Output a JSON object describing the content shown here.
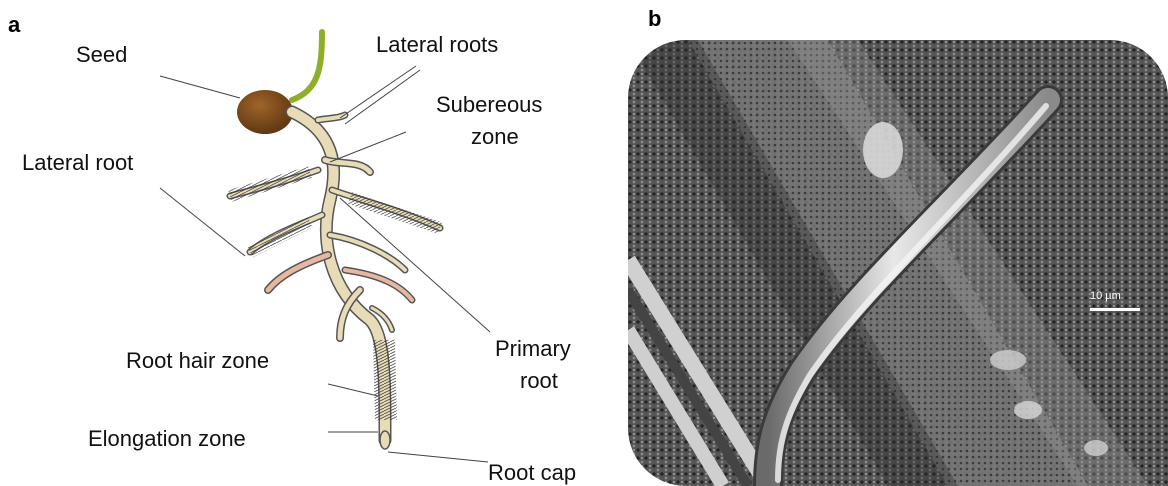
{
  "panels": {
    "a": {
      "letter": "a"
    },
    "b": {
      "letter": "b",
      "scale_bar": "10 µm"
    }
  },
  "labels": {
    "seed": "Seed",
    "lateral_roots": "Lateral roots",
    "subereous_1": "Subereous",
    "subereous_2": "zone",
    "lateral_root": "Lateral root",
    "primary_1": "Primary",
    "primary_2": "root",
    "root_hair_zone": "Root hair zone",
    "elongation_zone": "Elongation zone",
    "root_cap": "Root cap"
  },
  "colors": {
    "seed": "#7a4a1c",
    "stem": "#8fae2a",
    "root_fill": "#e8dcb8",
    "root_outline": "#555555",
    "hair": "#3a3a3a",
    "pink_root": "#e6b8a2"
  }
}
